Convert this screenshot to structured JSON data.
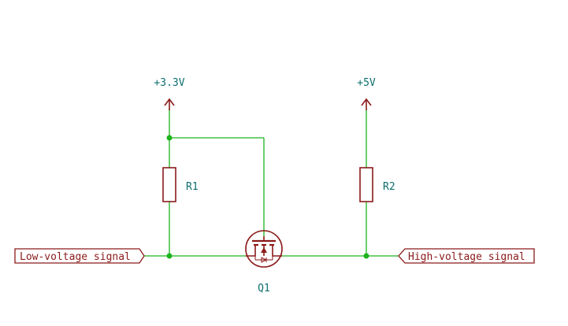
{
  "power": {
    "v33": "+3.3V",
    "v5": "+5V"
  },
  "components": {
    "r1": "R1",
    "r2": "R2",
    "q1": "Q1"
  },
  "ports": {
    "low": "Low-voltage signal",
    "high": "High-voltage signal"
  },
  "colors": {
    "wire": "#1db31d",
    "component": "#8b1a1a",
    "label": "#0d6e6e"
  }
}
